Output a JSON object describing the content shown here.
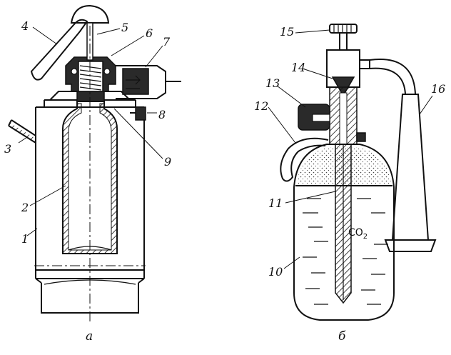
{
  "figure_a": {
    "caption": "а",
    "labels": {
      "l1": "1",
      "l2": "2",
      "l3": "3",
      "l4": "4",
      "l5": "5",
      "l6": "6",
      "l7": "7",
      "l8": "8",
      "l9": "9"
    }
  },
  "figure_b": {
    "caption": "б",
    "formula_main": "CO",
    "formula_sub": "2",
    "labels": {
      "l10": "10",
      "l11": "11",
      "l12": "12",
      "l13": "13",
      "l14": "14",
      "l15": "15",
      "l16": "16"
    }
  }
}
